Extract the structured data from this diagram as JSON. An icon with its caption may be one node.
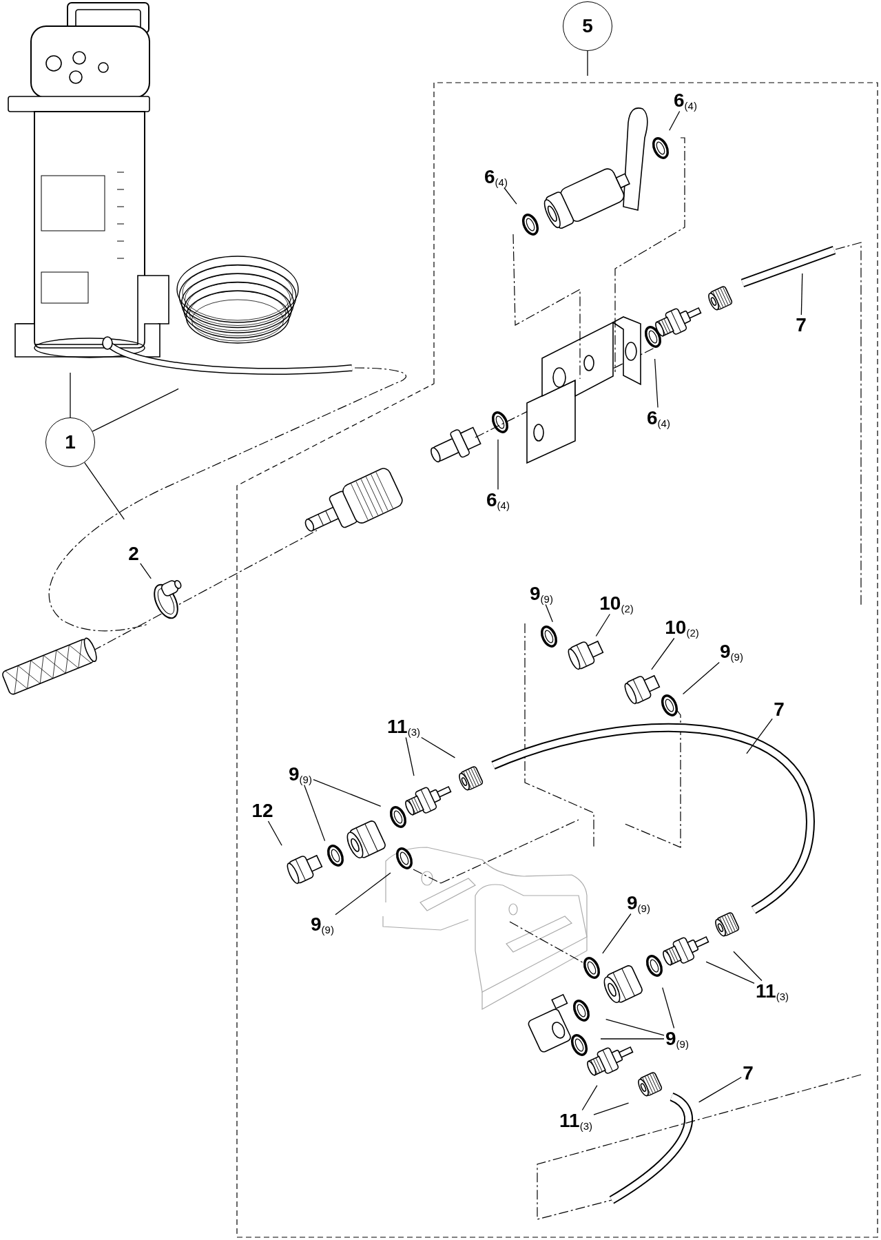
{
  "diagram": {
    "nodes": [
      {
        "text": [
          "5"
        ]
      },
      {
        "text": [
          "1"
        ]
      },
      {
        "text": [
          "2"
        ]
      },
      {
        "text": [
          "6$_{(4)}$"
        ]
      },
      {
        "text": [
          "6$_{(4)}$"
        ]
      },
      {
        "text": [
          "6$_{(4)}$"
        ]
      },
      {
        "text": [
          "6$_{(4)}$"
        ]
      },
      {
        "text": [
          "7"
        ]
      },
      {
        "text": [
          "9$_{(9)}$"
        ]
      },
      {
        "text": [
          "10$_{(2)}$"
        ]
      },
      {
        "text": [
          "10$_{(2)}$"
        ]
      },
      {
        "text": [
          "9$_{(9)}$"
        ]
      },
      {
        "text": [
          "7"
        ]
      },
      {
        "text": [
          "11$_{(3)}$"
        ]
      },
      {
        "text": [
          "9$_{(9)}$"
        ]
      },
      {
        "text": [
          "12"
        ]
      },
      {
        "text": [
          "9$_{(9)}$"
        ]
      },
      {
        "text": [
          "9$_{(9)}$"
        ]
      },
      {
        "text": [
          "11$_{(3)}$"
        ]
      },
      {
        "text": [
          "9$_{(9)}$"
        ]
      },
      {
        "text": [
          "7"
        ]
      },
      {
        "text": [
          "11$_{(3)}$"
        ]
      }
    ],
    "edges": [
      {
        "from": 0,
        "to": null,
        "arrow": "none"
      },
      {
        "from": 1,
        "to": null,
        "arrow": "none"
      },
      {
        "from": 1,
        "to": null,
        "arrow": "none"
      },
      {
        "from": 1,
        "to": null,
        "arrow": "none"
      },
      {
        "from": 2,
        "to": null,
        "arrow": "none"
      },
      {
        "from": 3,
        "to": null,
        "arrow": "none"
      },
      {
        "from": 4,
        "to": null,
        "arrow": "none"
      },
      {
        "from": 5,
        "to": null,
        "arrow": "none"
      },
      {
        "from": 6,
        "to": null,
        "arrow": "none"
      },
      {
        "from": 7,
        "to": null,
        "arrow": "none"
      },
      {
        "from": 8,
        "to": null,
        "arrow": "none"
      },
      {
        "from": 9,
        "to": null,
        "arrow": "none"
      },
      {
        "from": 10,
        "to": null,
        "arrow": "none"
      },
      {
        "from": 11,
        "to": null,
        "arrow": "none"
      },
      {
        "from": 12,
        "to": null,
        "arrow": "none"
      },
      {
        "from": 13,
        "to": null,
        "arrow": "none"
      },
      {
        "from": 13,
        "to": null,
        "arrow": "none"
      },
      {
        "from": 14,
        "to": null,
        "arrow": "none"
      },
      {
        "from": 14,
        "to": null,
        "arrow": "none"
      },
      {
        "from": 15,
        "to": null,
        "arrow": "none"
      },
      {
        "from": 16,
        "to": null,
        "arrow": "none"
      },
      {
        "from": 17,
        "to": null,
        "arrow": "none"
      },
      {
        "from": 18,
        "to": null,
        "arrow": "none"
      },
      {
        "from": 18,
        "to": null,
        "arrow": "none"
      },
      {
        "from": 19,
        "to": null,
        "arrow": "none"
      },
      {
        "from": 19,
        "to": null,
        "arrow": "none"
      },
      {
        "from": 19,
        "to": null,
        "arrow": "none"
      },
      {
        "from": 20,
        "to": null,
        "arrow": "none"
      },
      {
        "from": 21,
        "to": null,
        "arrow": "none"
      },
      {
        "from": 21,
        "to": null,
        "arrow": "none"
      }
    ]
  }
}
